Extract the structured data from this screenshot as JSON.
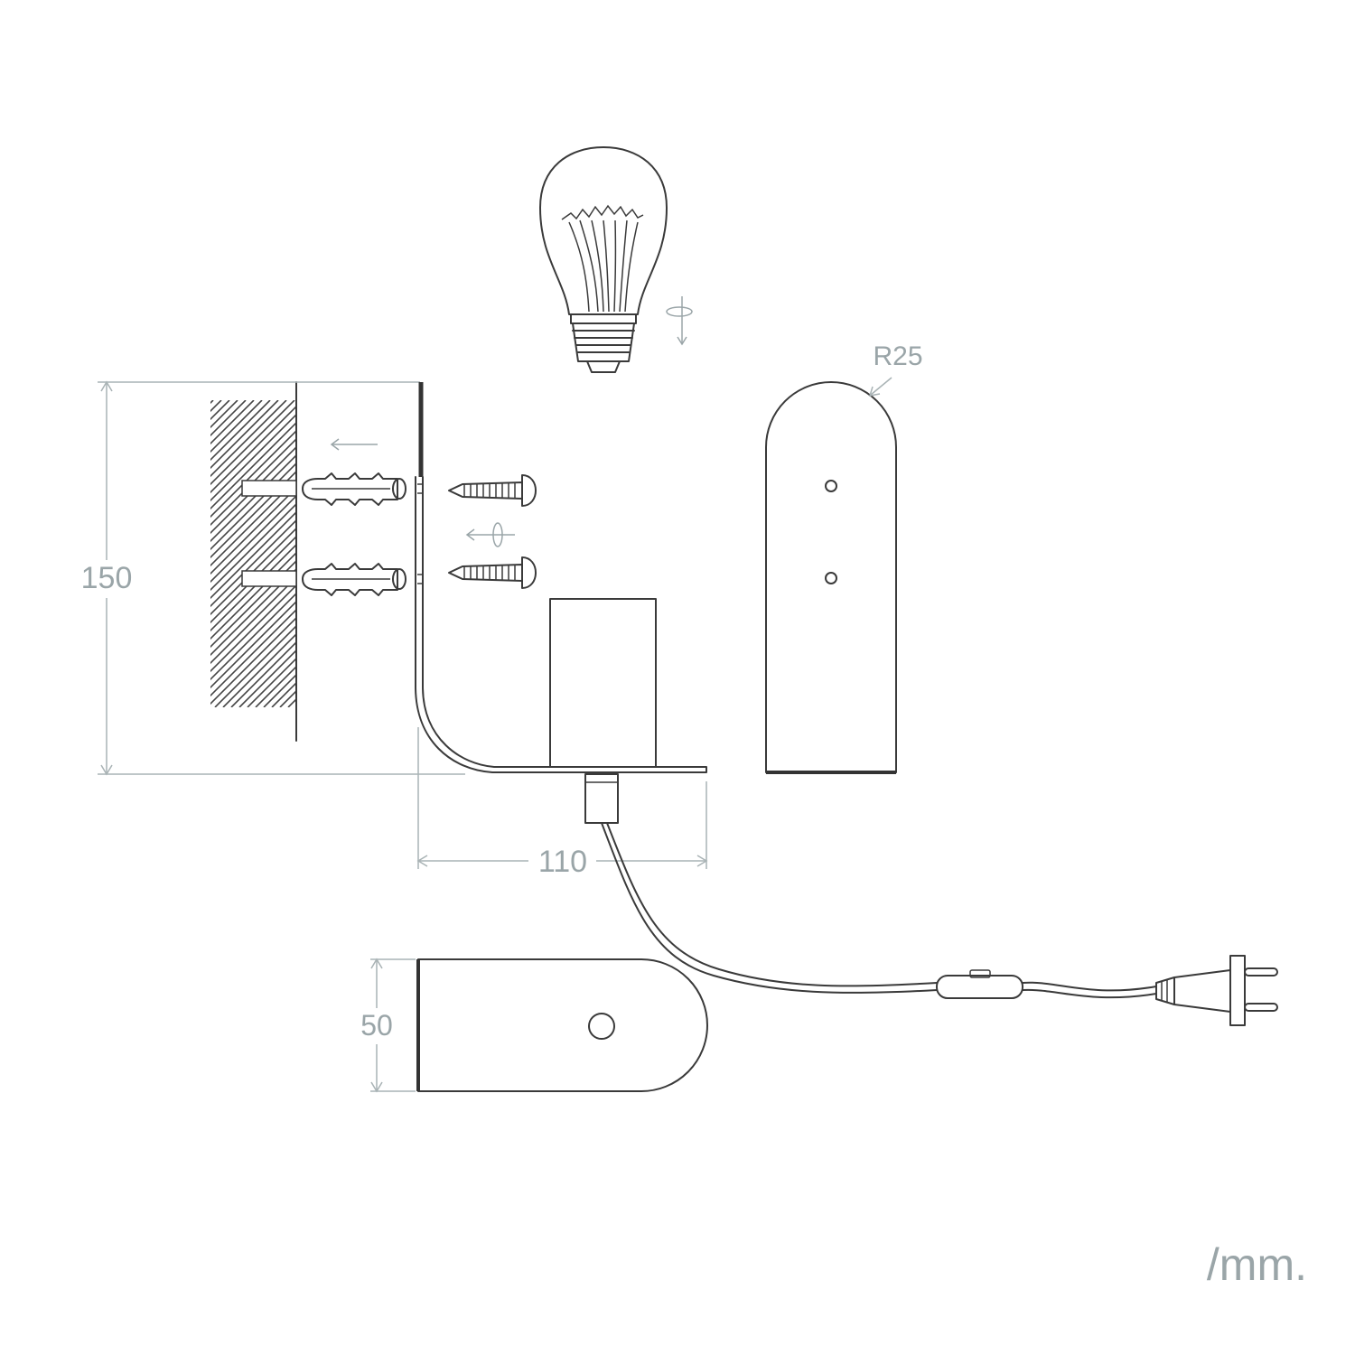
{
  "dimensions": {
    "height": "150",
    "depth": "110",
    "width": "50",
    "radius": "R25"
  },
  "units": "/mm.",
  "colors": {
    "line": "#3a3a3a",
    "dimension": "#9aa5a8",
    "background": "#ffffff"
  },
  "icons": [
    "bulb-icon",
    "rotate-icon",
    "screw-icon",
    "wall-plug-icon",
    "plug-icon",
    "switch-icon"
  ]
}
